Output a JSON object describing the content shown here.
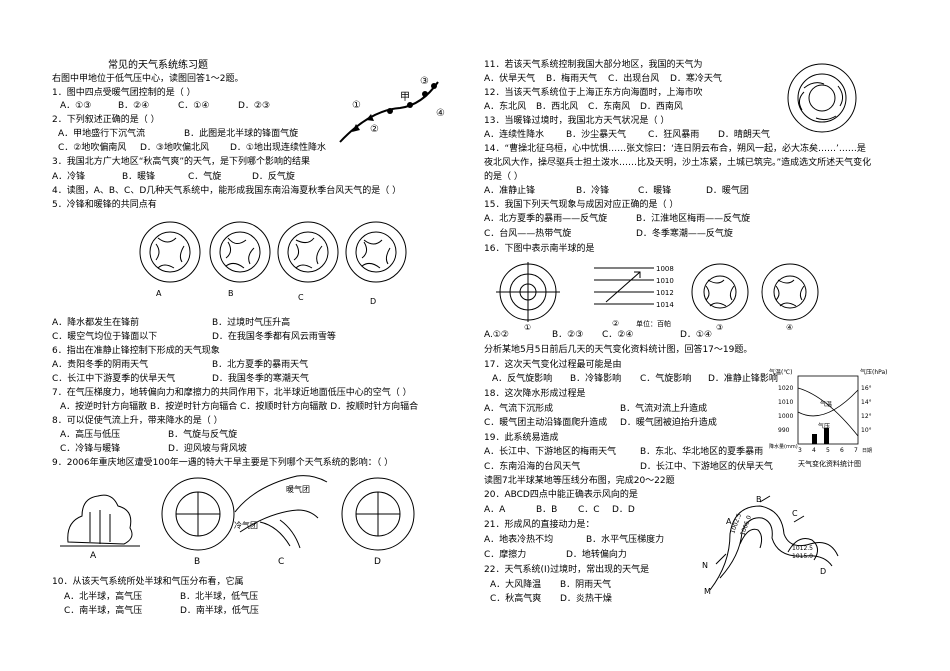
{
  "left": {
    "title": "常见的天气系统练习题",
    "intro": "右图中甲地位于低气压中心，读图回答1～2题。",
    "q1": "1．图中四点受暖气团控制的是（    ）",
    "q1_opts": [
      "A．①③",
      "B．②④",
      "C．①④",
      "D．②③"
    ],
    "q2": "2．下列叙述正确的是（    ）",
    "q2_a": "A．甲地盛行下沉气流",
    "q2_b": "B．此图是北半球的锋面气旋",
    "q2_c": "C．②地吹偏南风",
    "q2_d": "D．③地吹偏北风",
    "q2_e": "D．①地出现连续性降水",
    "q3": "3．我国北方广大地区“秋高气爽”的天气，是下列哪个影响的结果",
    "q3_opts": [
      "A．冷锋",
      "B．暖锋",
      "C．气旋",
      "D．反气旋"
    ],
    "q4": "4．读图，A、B、C、D几种天气系统中，能形成我国东南沿海夏秋季台风天气的是（    ）",
    "q5": "5．冷锋和暖锋的共同点有",
    "fig5_labels": [
      "A",
      "B",
      "C",
      "D"
    ],
    "q5_a": "A．降水都发生在锋前",
    "q5_b": "B．过境时气压升高",
    "q5_c": "C．暖空气均位于锋面以下",
    "q5_d": "D．在我国冬季都有风云雨雪等",
    "q6": "6．指出在准静止锋控制下形成的天气现象",
    "q6_a": "A．贵阳冬季的阴雨天气",
    "q6_b": "B．北方夏季的暴雨天气",
    "q6_c": "C．长江中下游夏季的伏旱天气",
    "q6_d": "D．我国冬季的寒潮天气",
    "q7": "7．在气压梯度力，地转偏向力和摩擦力的共同作用下，北半球近地面低压中心的空气（    ）",
    "q7_opts": "A．按逆时针方向辐散 B．按逆时针方向辐合 C．按顺时针方向辐散  D．按顺时针方向辐合",
    "q8": "8．可以促使气流上升，带来降水的是（    ）",
    "q8_a": "A．高压与低压",
    "q8_b": "B．气旋与反气旋",
    "q8_c": "C．冷锋与暖锋",
    "q8_d": "D．迎风坡与背风坡",
    "q9": "9．2006年重庆地区遭受100年一遇的特大干旱主要是下列哪个天气系统的影响：（    ）",
    "fig9_warm": "暖气团",
    "fig9_cold": "冷气团",
    "fig9_labels": [
      "A",
      "B",
      "C",
      "D"
    ],
    "q10": "10．从该天气系统所处半球和气压分布看，它属",
    "q10_a": "A．北半球，高气压",
    "q10_b": "B．北半球，低气压",
    "q10_c": "C．南半球，高气压",
    "q10_d": "D．南半球，低气压",
    "fig1_jia": "甲",
    "fig1_marks": [
      "①",
      "②",
      "③",
      "④"
    ]
  },
  "right": {
    "q11": "11．若该天气系统控制我国大部分地区，我国的天气为",
    "q11_opts": [
      "A．伏旱天气",
      "B．梅雨天气",
      "C．出现台风",
      "D．寒冷天气"
    ],
    "q12": "12．当该天气系统位于上海正东方向海面时，上海市吹",
    "q12_opts": [
      "A．东北风",
      "B．西北风",
      "C．东南风",
      "D．西南风"
    ],
    "q13": "13．当暖锋过境时，我国北方天气状况是（    ）",
    "q13_opts": [
      "A．连续性降水",
      "B．沙尘暴天气",
      "C．狂风暴雨",
      "D．晴朗天气"
    ],
    "q14a": "14．“曹操北征乌桓，心中忧惧……张文悰曰：‘连日阴云布合，朔风一起，必大冻矣……’……是",
    "q14b": "夜北风大作，操尽驱兵士担土泼水……比及天明，沙土冻紧，土城已筑完。”造成选文所述天气变化",
    "q14c": "的是（    ）",
    "q14_opts": [
      "A．准静止锋",
      "B．冷锋",
      "C．暖锋",
      "D．暖气团"
    ],
    "q15": "15．我国下列天气现象与成因对应正确的是（    ）",
    "q15_a": "A．北方夏季的暴雨——反气旋",
    "q15_b": "B．江淮地区梅雨——反气旋",
    "q15_c": "C．台风——热带气旋",
    "q15_d": "D．冬季寒潮——反气旋",
    "q16": "16．下图中表示南半球的是",
    "isobars": [
      "1008",
      "1010",
      "1012",
      "1014"
    ],
    "unit": "单位：百帕",
    "fig16_marks": [
      "①",
      "②",
      "③",
      "④"
    ],
    "q16_opts": [
      "A.①②",
      "B．②③",
      "C．②④",
      "D．①④"
    ],
    "intro17": "分析某地5月5日前后几天的天气变化资料统计图，回答17～19题。",
    "q17": "17．这次天气变化过程最可能是由",
    "q17_opts": [
      "A．反气旋影响",
      "B．冷锋影响",
      "C．气旋影响",
      "D．准静止锋影响"
    ],
    "q18": "18．这次降水形成过程是",
    "q18_a": "A．气流下沉形成",
    "q18_b": "B．气流对流上升造成",
    "q18_c": "C．暖气团主动沿锋面爬升造成",
    "q18_d": "D．暖气团被迫抬升造成",
    "q19": "19．此系统易造成",
    "q19_a": "A．长江中、下游地区的梅雨天气",
    "q19_b": "B．东北、华北地区的夏季暴雨",
    "q19_c": "C．东南沿海的台风天气",
    "q19_d": "D．长江中、下游地区的伏旱天气",
    "intro20": "读图7北半球某地等压线分布图，完成20～22题",
    "q20": "20．ABCD四点中能正确表示风向的是",
    "q20_opts": [
      "A．A",
      "B．B",
      "C．C",
      "D．D"
    ],
    "q21": "21．形成风的直接动力是：",
    "q21_a": "A．地表冷热不均",
    "q21_b": "B．水平气压梯度力",
    "q21_c": "C．摩擦力",
    "q21_d": "D．地转偏向力",
    "q22": "22．天气系统(Ⅰ)过境时，常出现的天气是",
    "q22_a": "A．大风降温",
    "q22_b": "B．阴雨天气",
    "q22_c": "C．秋高气爽",
    "q22_d": "D．炎热干燥",
    "chart_temp_label": "气温(℃)",
    "chart_press_label": "气压(hPa)",
    "chart_y_left": [
      "1020",
      "1010",
      "1000",
      "990"
    ],
    "chart_y_right": [
      "16°",
      "14°",
      "12°",
      "10°"
    ],
    "chart_rain_label": "降水量(mm)",
    "chart_x": [
      "3",
      "4",
      "5",
      "6",
      "7"
    ],
    "chart_x_unit": "日期",
    "chart_caption": "天气变化资料统计图",
    "chart_curve_temp": "气温",
    "chart_curve_press": "气压",
    "fig7_labels": [
      "A",
      "B",
      "C",
      "D",
      "N",
      "M"
    ],
    "fig7_values": [
      "1002.5",
      "1005.0",
      "1012.5",
      "1015.0"
    ]
  }
}
